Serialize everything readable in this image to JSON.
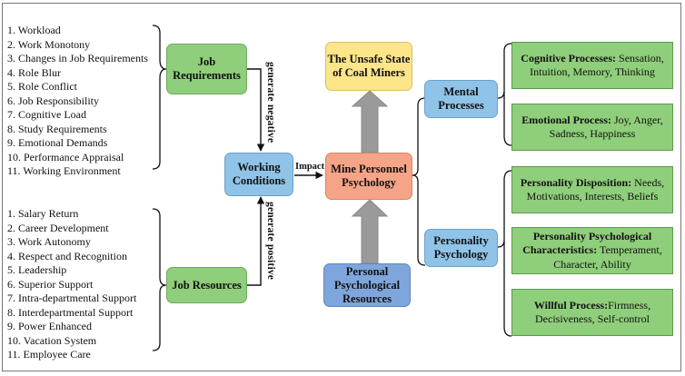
{
  "job_requirements": {
    "label": "Job Requirements",
    "items": [
      "1. Workload",
      "2. Work Monotony",
      "3. Changes in Job Requirements",
      "4. Role Blur",
      "5. Role Conflict",
      "6. Job Responsibility",
      "7. Cognitive Load",
      "8. Study Requirements",
      "9. Emotional Demands",
      "10. Performance Appraisal",
      "11. Working Environment"
    ]
  },
  "job_resources": {
    "label": "Job Resources",
    "items": [
      "1. Salary Return",
      "2. Career Development",
      "3. Work Autonomy",
      "4. Respect and Recognition",
      "5. Leadership",
      "6. Superior Support",
      "7. Intra-departmental Support",
      "8. Interdepartmental Support",
      "9. Power Enhanced",
      "10. Vacation System",
      "11. Employee Care"
    ]
  },
  "edge_labels": {
    "generate_negative": "generate negative",
    "generate_positive": "generate positive",
    "impact": "Impact"
  },
  "working_conditions": "Working Conditions",
  "unsafe_state": "The Unsafe State of Coal Miners",
  "mine_personnel": "Mine Personnel Psychology",
  "personal_resources": "Personal Psychological Resources",
  "mental_processes": "Mental Processes",
  "personality_psychology": "Personality Psychology",
  "cognitive": {
    "title": "Cognitive Processes:",
    "text": " Sensation, Intuition, Memory, Thinking"
  },
  "emotional": {
    "title": "Emotional Process:",
    "text": " Joy, Anger, Sadness, Happiness"
  },
  "disposition": {
    "title": "Personality Disposition:",
    "text": " Needs, Motivations, Interests, Beliefs"
  },
  "characteristics": {
    "title": "Personality Psychological Characteristics:",
    "text": " Temperament, Character, Ability"
  },
  "willful": {
    "title": "Willful Process:",
    "text": "Firmness, Decisiveness, Self-control"
  },
  "colors": {
    "green": "#8fce7a",
    "blue": "#8fc4e8",
    "yellow": "#fde58a",
    "salmon": "#f6a488",
    "deep_blue": "#7fa6dc",
    "arrow_gray": "#9a9a9a"
  }
}
